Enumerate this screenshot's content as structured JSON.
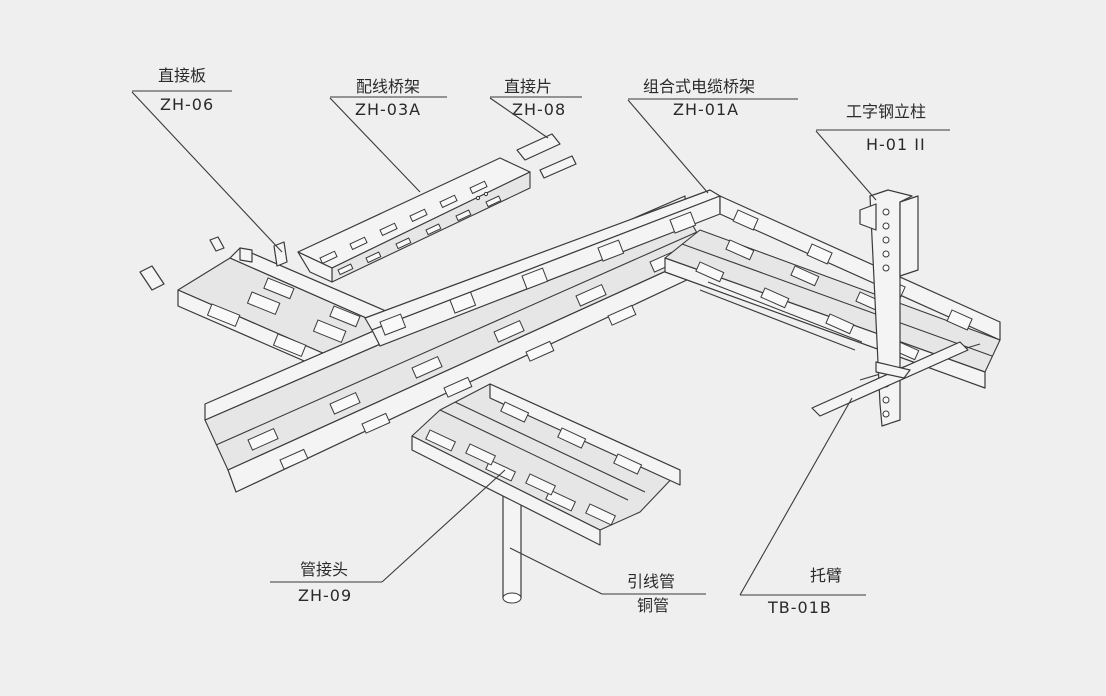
{
  "labels": [
    {
      "id": "straight-plate",
      "name": "直接板",
      "code": "ZH-06"
    },
    {
      "id": "wiring-tray",
      "name": "配线桥架",
      "code": "ZH-03A"
    },
    {
      "id": "straight-piece",
      "name": "直接片",
      "code": "ZH-08"
    },
    {
      "id": "combined-tray",
      "name": "组合式电缆桥架",
      "code": "ZH-01A"
    },
    {
      "id": "i-beam-column",
      "name": "工字钢立柱",
      "code": "H-01 II"
    },
    {
      "id": "pipe-joint",
      "name": "管接头",
      "code": "ZH-09"
    },
    {
      "id": "lead-pipe",
      "name": "引线管",
      "code": "铜管"
    },
    {
      "id": "bracket-arm",
      "name": "托臂",
      "code": "TB-01B"
    }
  ]
}
